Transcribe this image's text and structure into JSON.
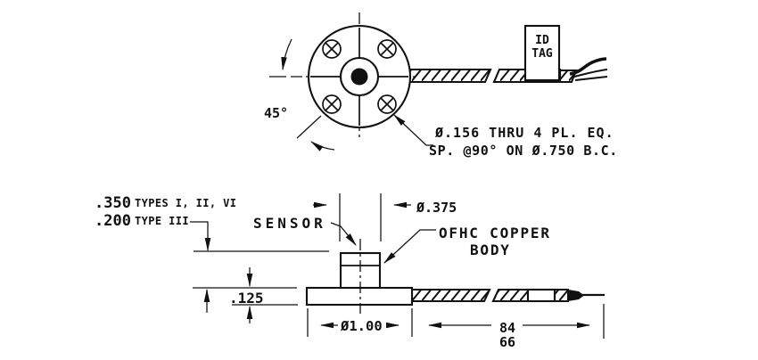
{
  "labels": {
    "angle": "45°",
    "holes_line1": "Ø.156 THRU 4 PL. EQ.",
    "holes_line2": "SP. @90° ON Ø.750 B.C.",
    "id_tag": {
      "line1": "ID",
      "line2": "TAG"
    },
    "height": {
      "primary_value": ".350",
      "primary_types": "TYPES I, II, VI",
      "alt_value": ".200",
      "alt_types": "TYPE III"
    },
    "sensor": "SENSOR",
    "boss_diameter": "Ø.375",
    "body": {
      "line1": "OFHC COPPER",
      "line2": "BODY"
    },
    "flange_thickness": ".125",
    "flange_diameter": "Ø1.00",
    "cable_length": {
      "upper": "84",
      "lower": "66"
    }
  },
  "colors": {
    "ink": "#111111",
    "paper": "#ffffff"
  }
}
